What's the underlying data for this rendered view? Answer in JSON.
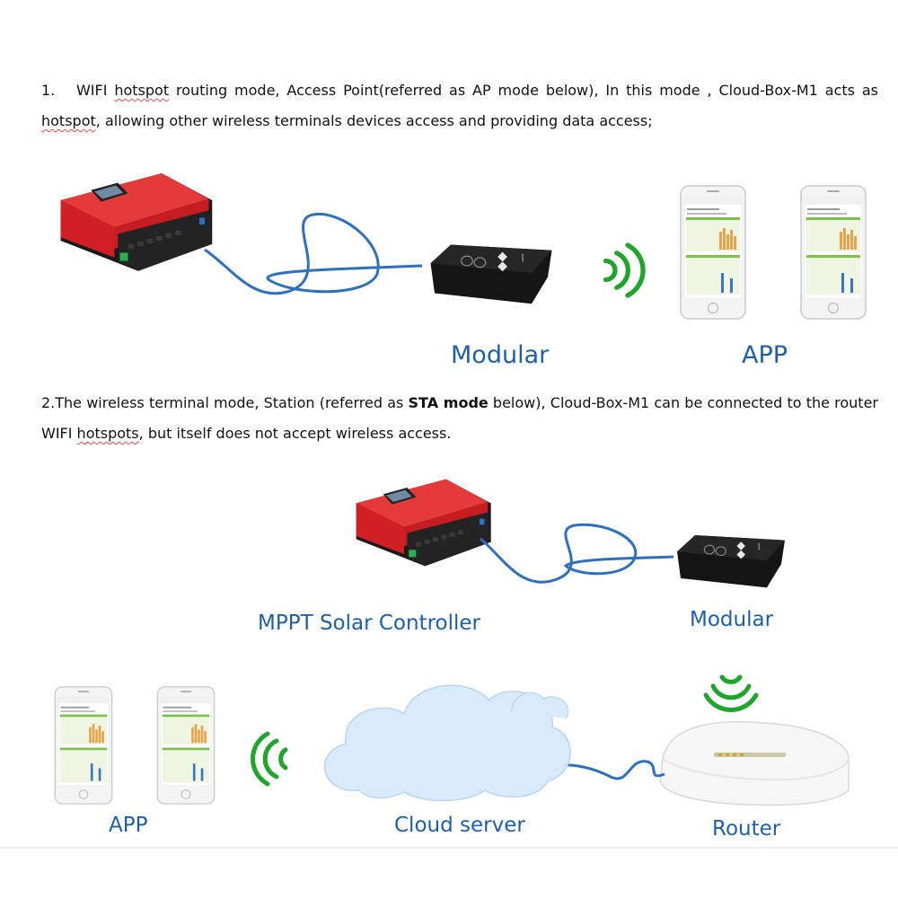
{
  "section1": {
    "number": "1.",
    "t1": "WIFI ",
    "t2": "hotspot",
    "t3": " routing mode, Access Point(referred as AP mode below), In this mode , Cloud-Box-M1 acts as ",
    "t4": "hotspot",
    "t5": ", allowing other wireless terminals devices access and providing data access;",
    "labels": {
      "modular": "Modular",
      "app": "APP"
    }
  },
  "section2": {
    "t1": "2.The wireless terminal mode, Station (referred as ",
    "t2_bold": "STA mode",
    "t3": " below), Cloud-Box-M1 can be connected to the router WIFI ",
    "t4": "hotspots",
    "t5": ", but itself does not accept wireless access.",
    "labels": {
      "controller": "MPPT Solar Controller",
      "modular": "Modular",
      "app": "APP",
      "cloud": "Cloud server",
      "router": "Router"
    }
  },
  "colors": {
    "label_blue": "#1f5fa8",
    "controller_red": "#e0262b",
    "cable_blue": "#2f6fc0",
    "wifi_green": "#1ea52a"
  },
  "icons": [
    "solar-controller-device",
    "wifi-module-box",
    "smartphone-app",
    "cloud",
    "wifi-router",
    "wifi-signal-icon"
  ]
}
